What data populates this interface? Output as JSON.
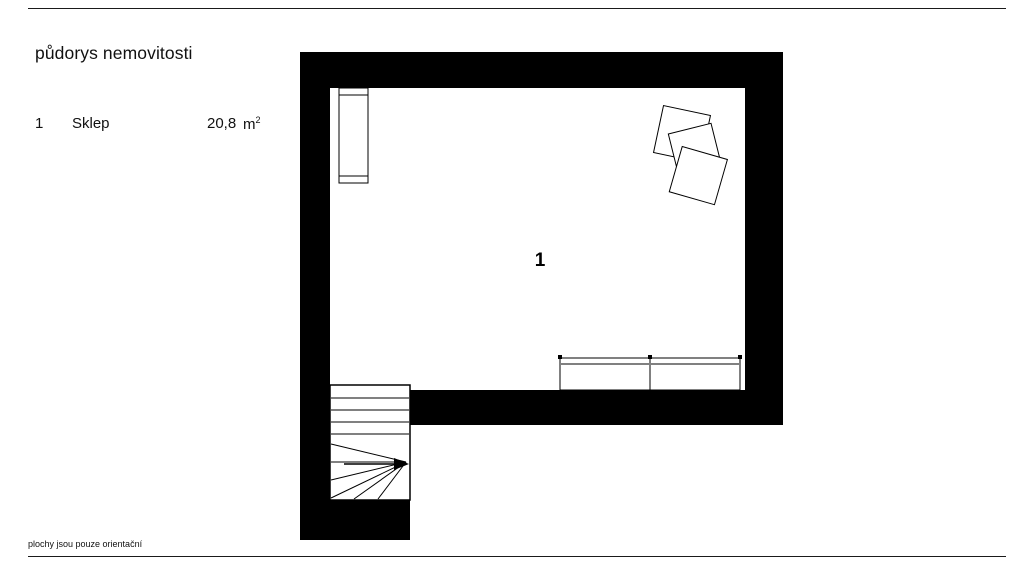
{
  "page": {
    "title": "půdorys nemovitosti",
    "disclaimer": "plochy jsou pouze orientační"
  },
  "legend": {
    "rows": [
      {
        "number": "1",
        "name": "Sklep",
        "area": "20,8",
        "unit_base": "m",
        "unit_exp": "2"
      }
    ]
  },
  "plan": {
    "room_label": "1",
    "room_name": "Sklep",
    "wall_color": "#000000",
    "background_color": "#ffffff",
    "features": [
      "window-left-wall",
      "stacked-boxes-top-right",
      "bench-bottom",
      "winder-staircase-bottom-left"
    ]
  }
}
